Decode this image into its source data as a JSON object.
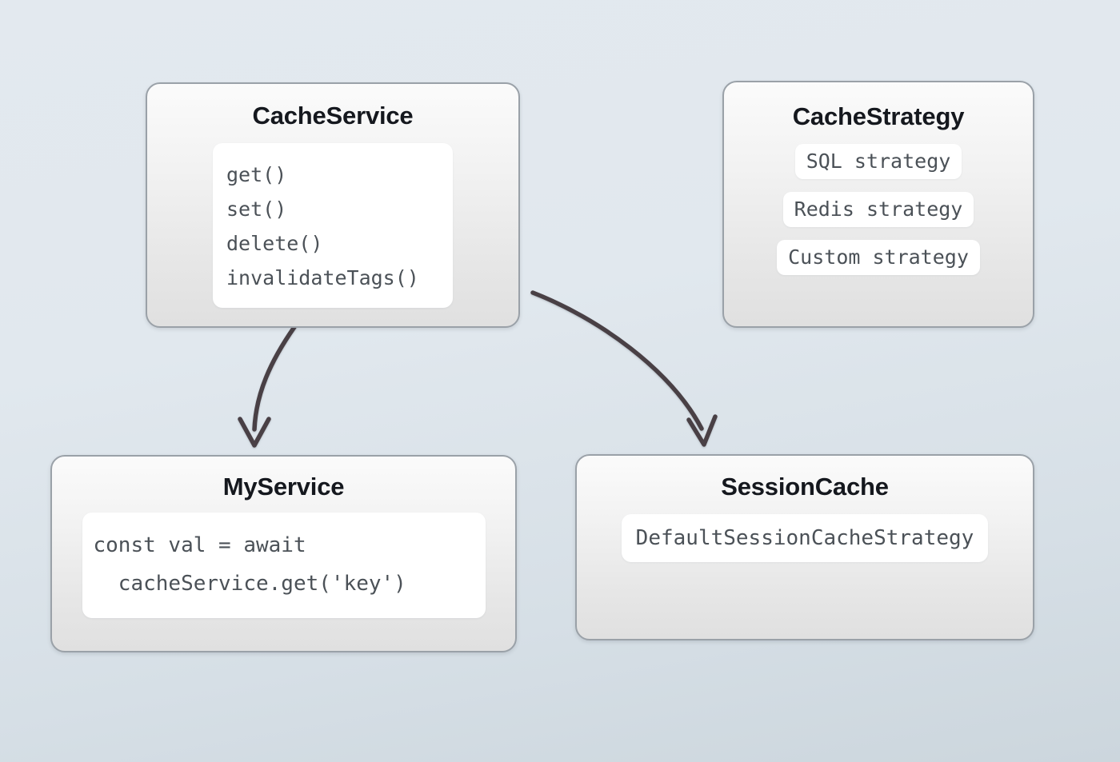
{
  "diagram": {
    "type": "architecture-class-diagram",
    "background": {
      "gradient_from": "#e3e9ef",
      "gradient_to": "#ccd6dd"
    },
    "stroke_color": "#4a3f44",
    "node_border_color": "#9aa1a8",
    "title_color": "#15181e",
    "code_color": "#4b5157"
  },
  "nodes": {
    "cache_service": {
      "title": "CacheService",
      "methods": [
        "get()",
        "set()",
        "delete()",
        "invalidateTags()"
      ]
    },
    "cache_strategy": {
      "title": "CacheStrategy",
      "strategies": [
        "SQL strategy",
        "Redis strategy",
        "Custom strategy"
      ]
    },
    "my_service": {
      "title": "MyService",
      "code_lines": [
        "const val = await",
        "  cacheService.get('key')"
      ]
    },
    "session_cache": {
      "title": "SessionCache",
      "strategies": [
        "DefaultSessionCacheStrategy"
      ]
    }
  },
  "connectors": [
    {
      "name": "cache-service-to-cache-strategy",
      "kind": "line",
      "from": "cache_service",
      "to": "cache_strategy",
      "arrowhead": false
    },
    {
      "name": "cache-service-to-my-service",
      "kind": "curve",
      "from": "cache_service",
      "to": "my_service",
      "arrowhead": true
    },
    {
      "name": "cache-service-to-session-cache",
      "kind": "curve",
      "from": "cache_service",
      "to": "session_cache",
      "arrowhead": true
    }
  ]
}
